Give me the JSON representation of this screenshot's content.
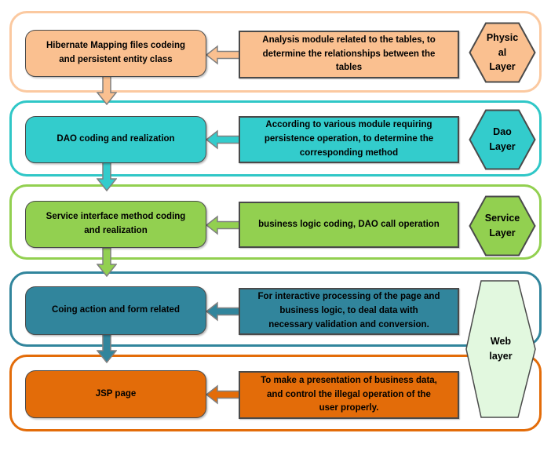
{
  "colors": {
    "physical": "#FAC090",
    "physical_band_border": "#FBC9A0",
    "dao": "#33CCCC",
    "service": "#92D050",
    "web": "#31859C",
    "jsp": "#E36C09",
    "web_hexagon_fill": "#E2F8DF",
    "shape_outline": "#4a4a4a",
    "arrow_outline": "#808080"
  },
  "bands": [
    {
      "layer": "Physic\nal\nLayer",
      "left_box": "Hibernate Mapping files codeing\nand persistent entity class",
      "right_box": "Analysis module related to the tables, to\ndetermine the relationships between the\ntables"
    },
    {
      "layer": "Dao\nLayer",
      "left_box": "DAO coding and realization",
      "right_box": "According to various module requiring\npersistence operation, to determine the\ncorresponding method"
    },
    {
      "layer": "Service\nLayer",
      "left_box": "Service interface method coding\nand realization",
      "right_box": "business logic coding, DAO call operation"
    },
    {
      "left_box": "Coing action and form related",
      "right_box": "For interactive processing of the page and\nbusiness logic,  to deal data  with\nnecessary validation and conversion."
    },
    {
      "left_box": "JSP page",
      "right_box": "To make a presentation of business data,\nand control the illegal operation of the\nuser properly."
    }
  ],
  "web_layer_label": "Web\nlayer"
}
